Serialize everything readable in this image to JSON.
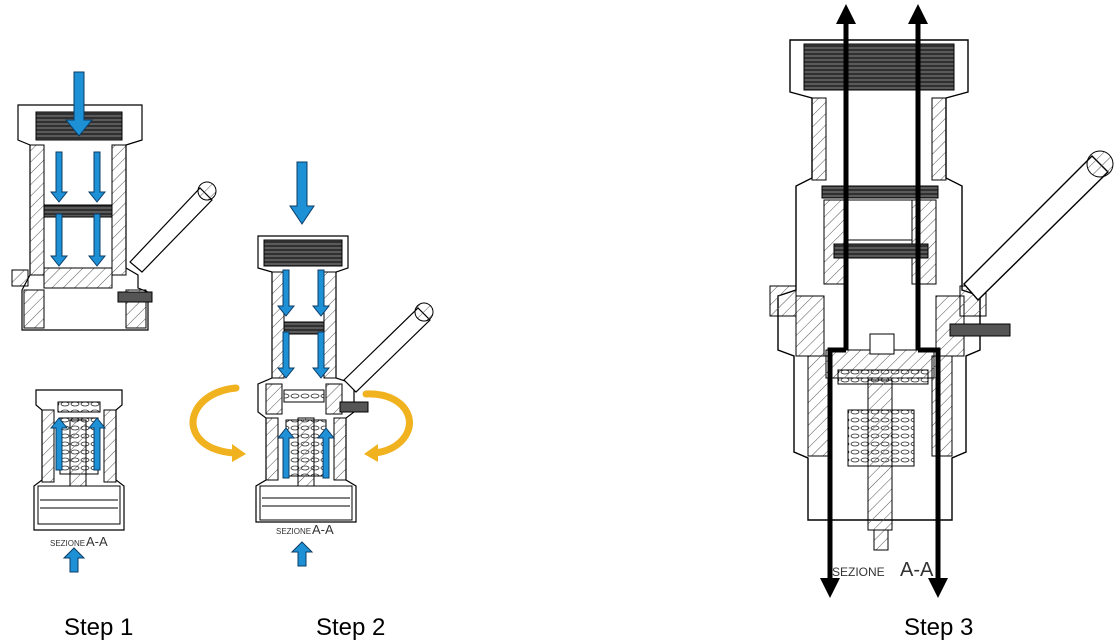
{
  "figure": {
    "steps": [
      {
        "label": "Step 1",
        "section_caption_small": "SEZIONE",
        "section_caption_large": "A-A"
      },
      {
        "label": "Step 2",
        "section_caption_small": "SEZIONE",
        "section_caption_large": "A-A"
      },
      {
        "label": "Step 3",
        "section_caption_small": "SEZIONE",
        "section_caption_large": "A-A"
      }
    ]
  },
  "colors": {
    "flow_arrow": "#1e90d6",
    "flow_arrow_outline": "#0b3c66",
    "rotation_arrow": "#f0b21e",
    "line": "#000000",
    "hatch": "#444444"
  }
}
